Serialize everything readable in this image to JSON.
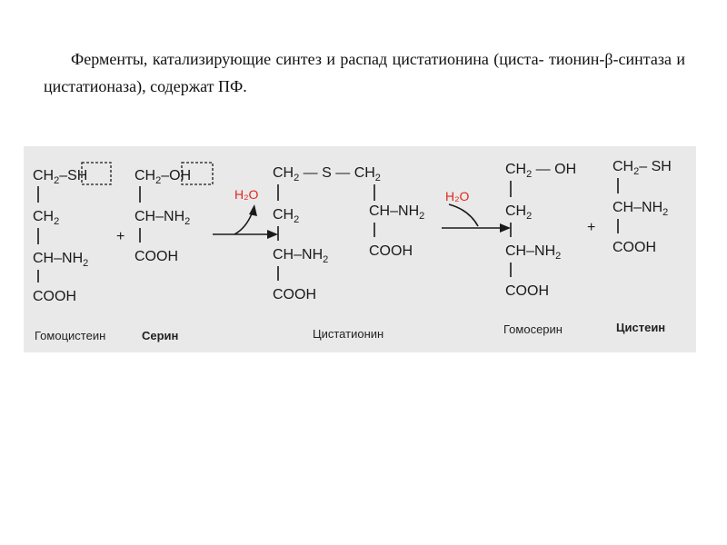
{
  "caption": {
    "line1": "Ферменты, катализирующие синтез и распад цистатионина (циста-",
    "line2": "тионин-β-синтаза и цистатионаза), содержат ПФ."
  },
  "colors": {
    "background": "#ffffff",
    "scheme_background": "#e9e9e9",
    "text": "#1a1a1a",
    "water": "#e0281e"
  },
  "scheme": {
    "plus": "+",
    "water_label": "H₂O",
    "compounds": [
      {
        "name": "Гомоцистеин"
      },
      {
        "name": "Серин"
      },
      {
        "name": "Цистатионин"
      },
      {
        "name": "Гомосерин"
      },
      {
        "name": "Цистеин"
      }
    ]
  }
}
